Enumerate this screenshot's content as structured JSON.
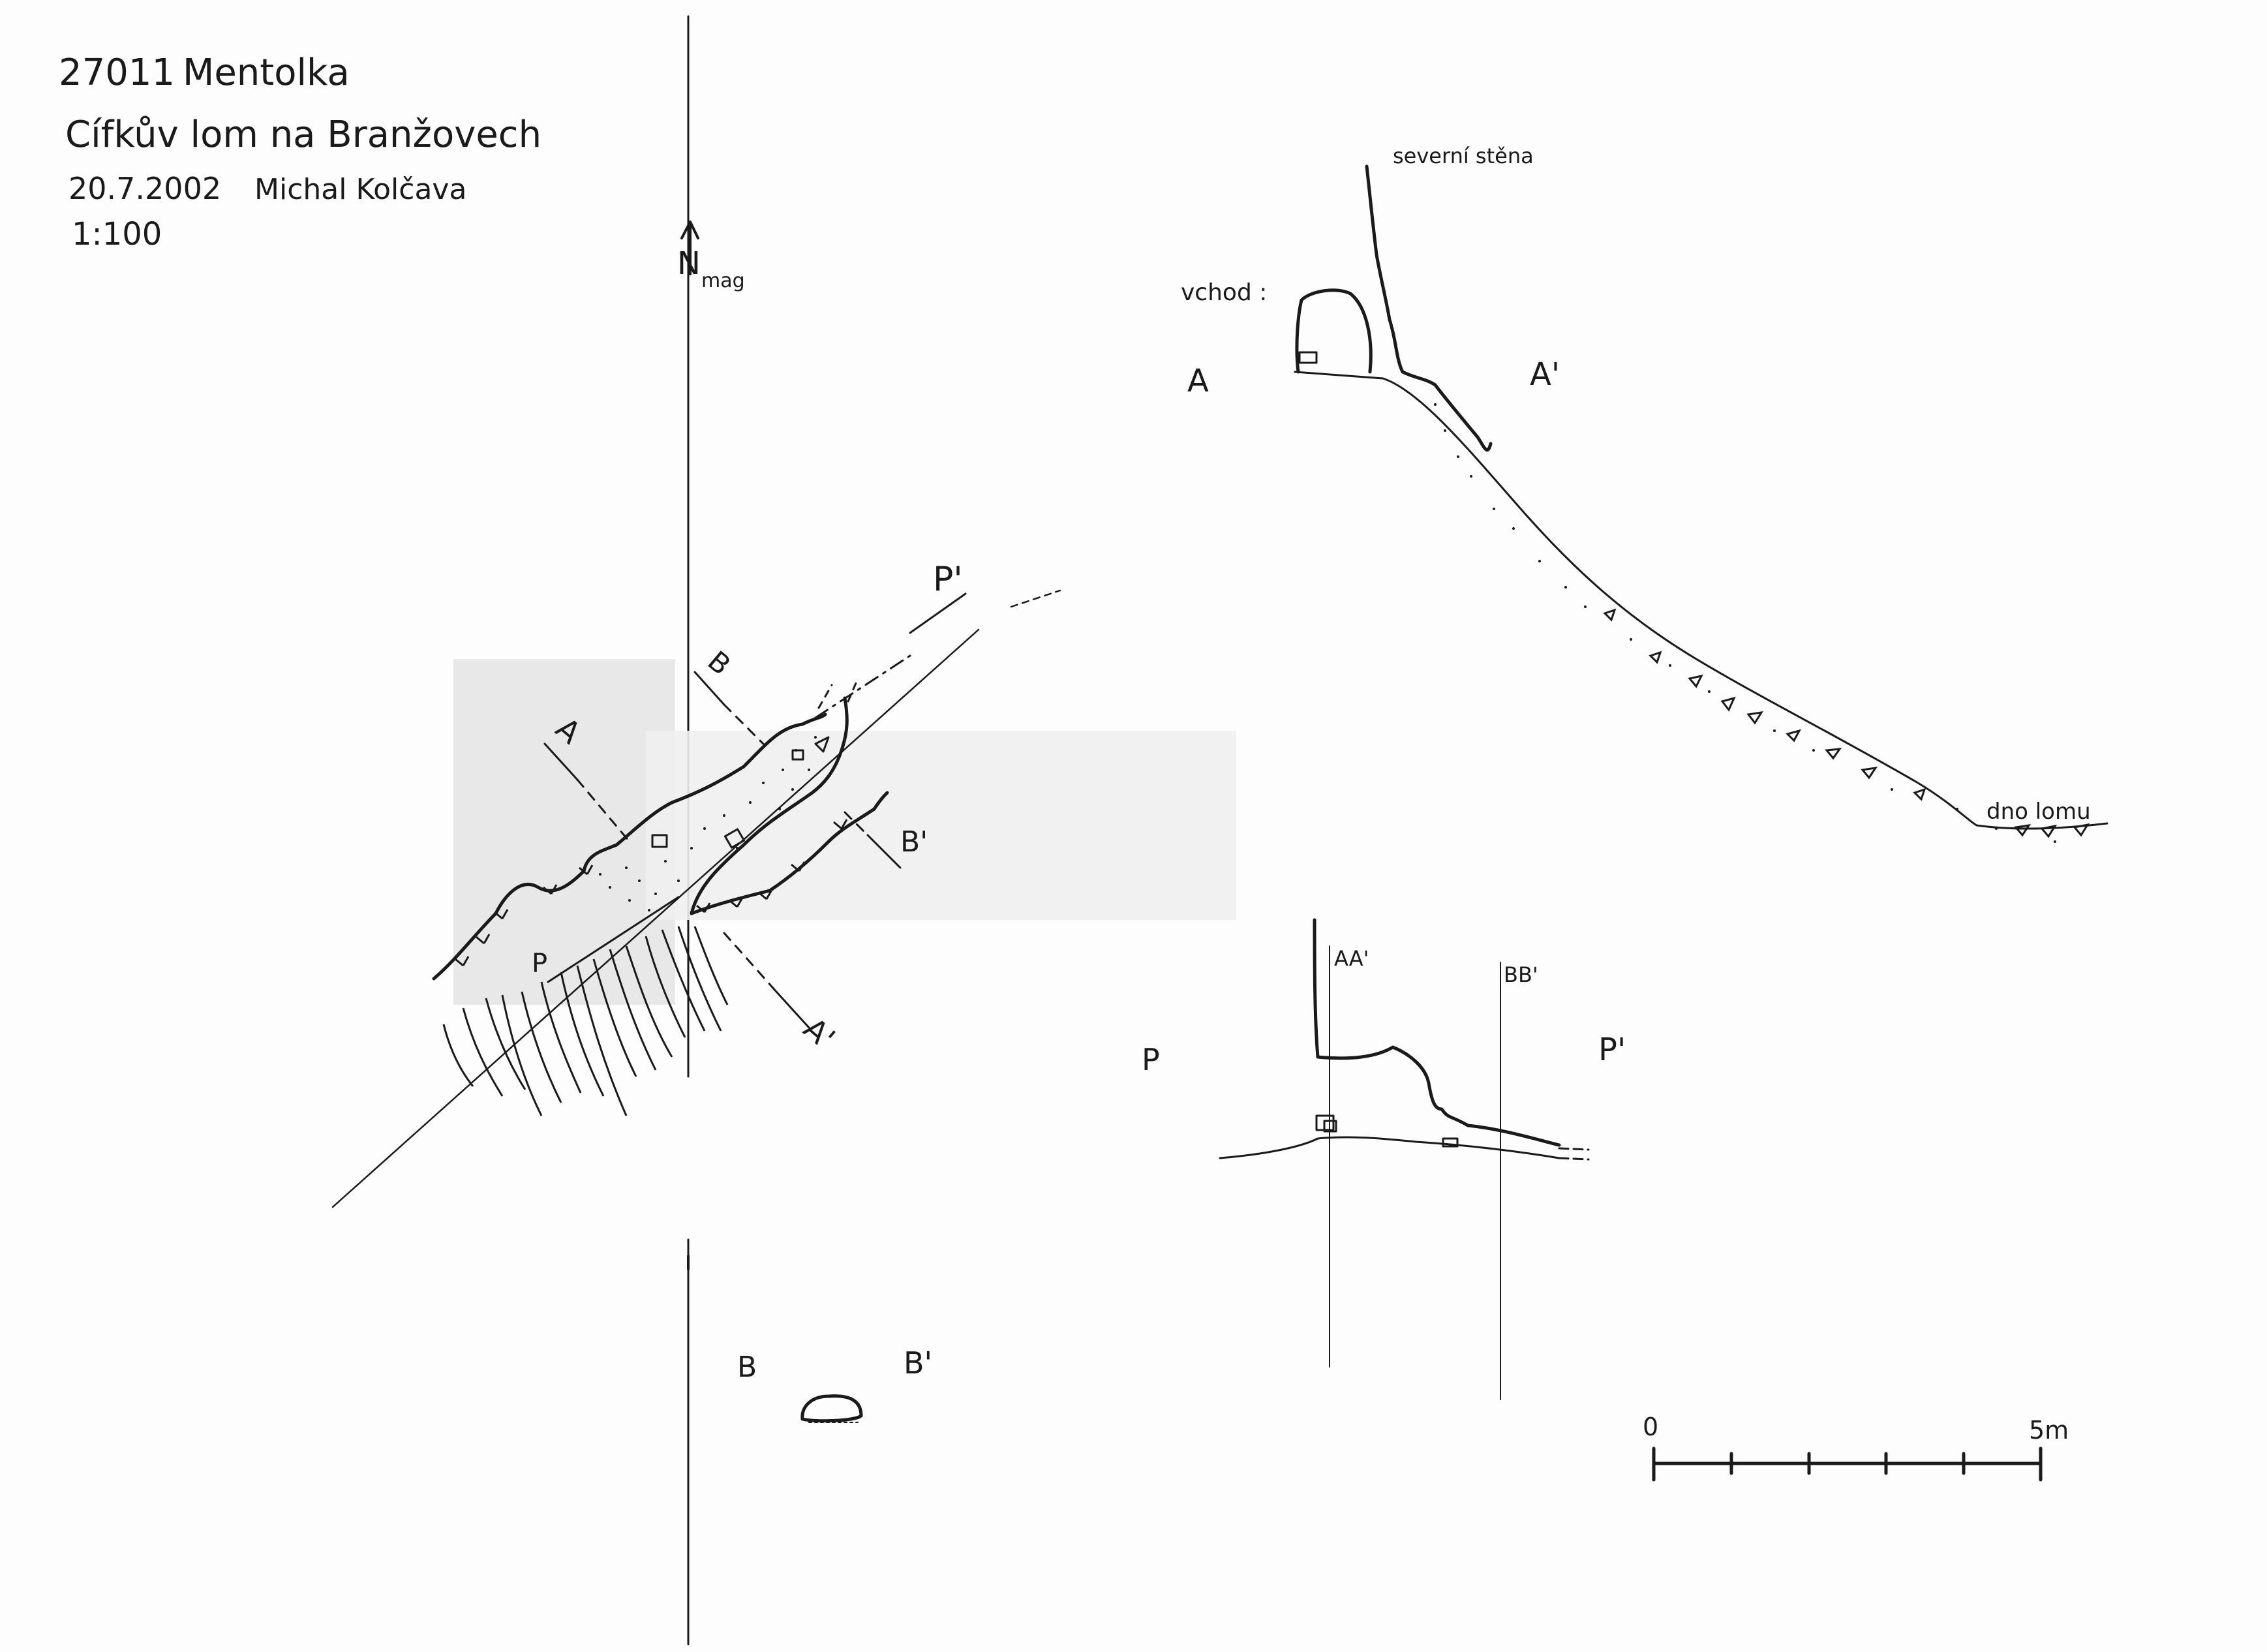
{
  "header": {
    "cave_id": "27011",
    "cave_name": "Mentolka",
    "locality": "Cífkův lom na Branžovech",
    "date": "20.7.2002",
    "author": "Michal Kolčava",
    "scale_ratio": "1:100"
  },
  "north_arrow": {
    "label": "N",
    "subscript": "mag"
  },
  "plan_labels": {
    "A": "A",
    "A_prime": "A'",
    "B": "B",
    "B_prime": "B'",
    "P": "P",
    "P_prime": "P'"
  },
  "section_AA": {
    "label_A": "A",
    "label_A_prime": "A'",
    "entrance": "vchod :",
    "north_wall": "severní stěna",
    "quarry_floor": "dno lomu"
  },
  "section_BB": {
    "label_B": "B",
    "label_B_prime": "B'"
  },
  "profile_PP": {
    "label_P": "P",
    "label_P_prime": "P'",
    "marker_AA": "AA'",
    "marker_BB": "BB'"
  },
  "scale_bar": {
    "start": "0",
    "end": "5m",
    "ticks": 5
  }
}
